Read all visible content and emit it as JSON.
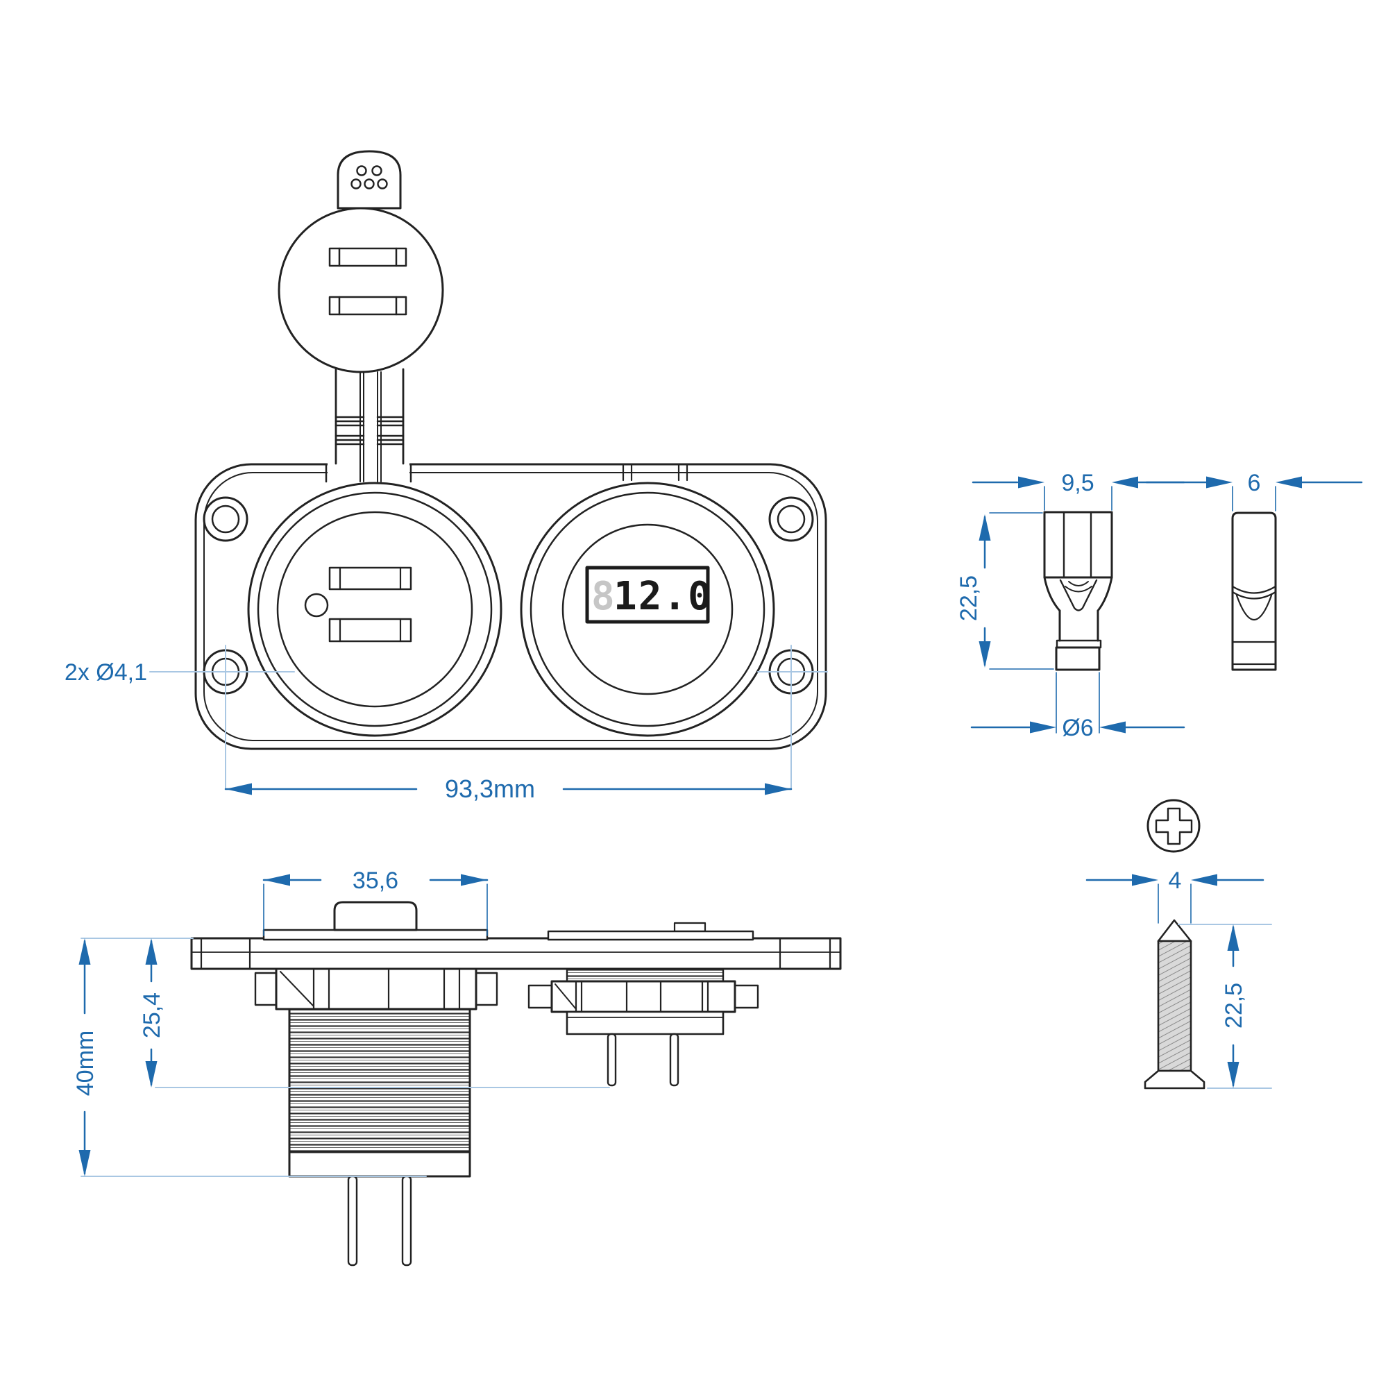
{
  "drawing": {
    "kind": "technical-dimension-drawing",
    "subject": "dual-USB charger socket with voltmeter panel mount, terminals and screw"
  },
  "colors": {
    "line": "#222222",
    "dimension_blue": "#1e6aad",
    "extension_light_blue": "#a9c7e3",
    "display_ghost": "#c6c6c6",
    "display_digits": "#1b1b1b"
  },
  "front_view": {
    "hole_label": "2x Ø4,1",
    "panel_width_label": "93,3mm",
    "voltmeter_display": {
      "ghost_digit": "8",
      "value": "12.0"
    }
  },
  "terminal_front_view": {
    "width_label": "9,5",
    "length_label": "22,5",
    "barrel_diameter_label": "Ø6"
  },
  "terminal_side_view": {
    "width_label": "6"
  },
  "side_view": {
    "socket_diameter_label": "35,6",
    "voltmeter_depth_label": "25,4",
    "usb_depth_label": "40mm"
  },
  "screw_view": {
    "shank_diameter_label": "4",
    "length_label": "22,5"
  }
}
